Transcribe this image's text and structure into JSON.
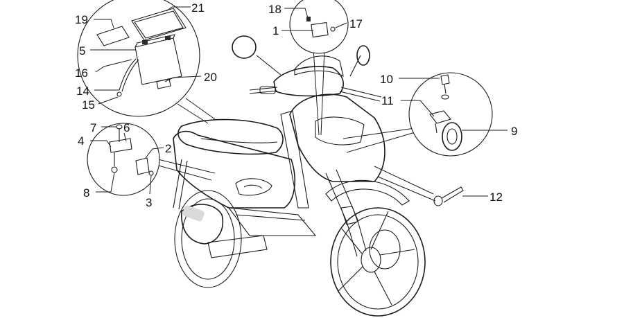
{
  "callouts": [
    {
      "id": "c19",
      "label": "19"
    },
    {
      "id": "c21",
      "label": "21"
    },
    {
      "id": "c5",
      "label": "5"
    },
    {
      "id": "c16",
      "label": "16"
    },
    {
      "id": "c14",
      "label": "14"
    },
    {
      "id": "c15",
      "label": "15"
    },
    {
      "id": "c20",
      "label": "20"
    },
    {
      "id": "c18",
      "label": "18"
    },
    {
      "id": "c1",
      "label": "1"
    },
    {
      "id": "c17",
      "label": "17"
    },
    {
      "id": "c10",
      "label": "10"
    },
    {
      "id": "c11",
      "label": "11"
    },
    {
      "id": "c9",
      "label": "9"
    },
    {
      "id": "c12",
      "label": "12"
    },
    {
      "id": "c7",
      "label": "7"
    },
    {
      "id": "c6",
      "label": "6"
    },
    {
      "id": "c4",
      "label": "4"
    },
    {
      "id": "c2",
      "label": "2"
    },
    {
      "id": "c8",
      "label": "8"
    },
    {
      "id": "c3",
      "label": "3"
    }
  ]
}
